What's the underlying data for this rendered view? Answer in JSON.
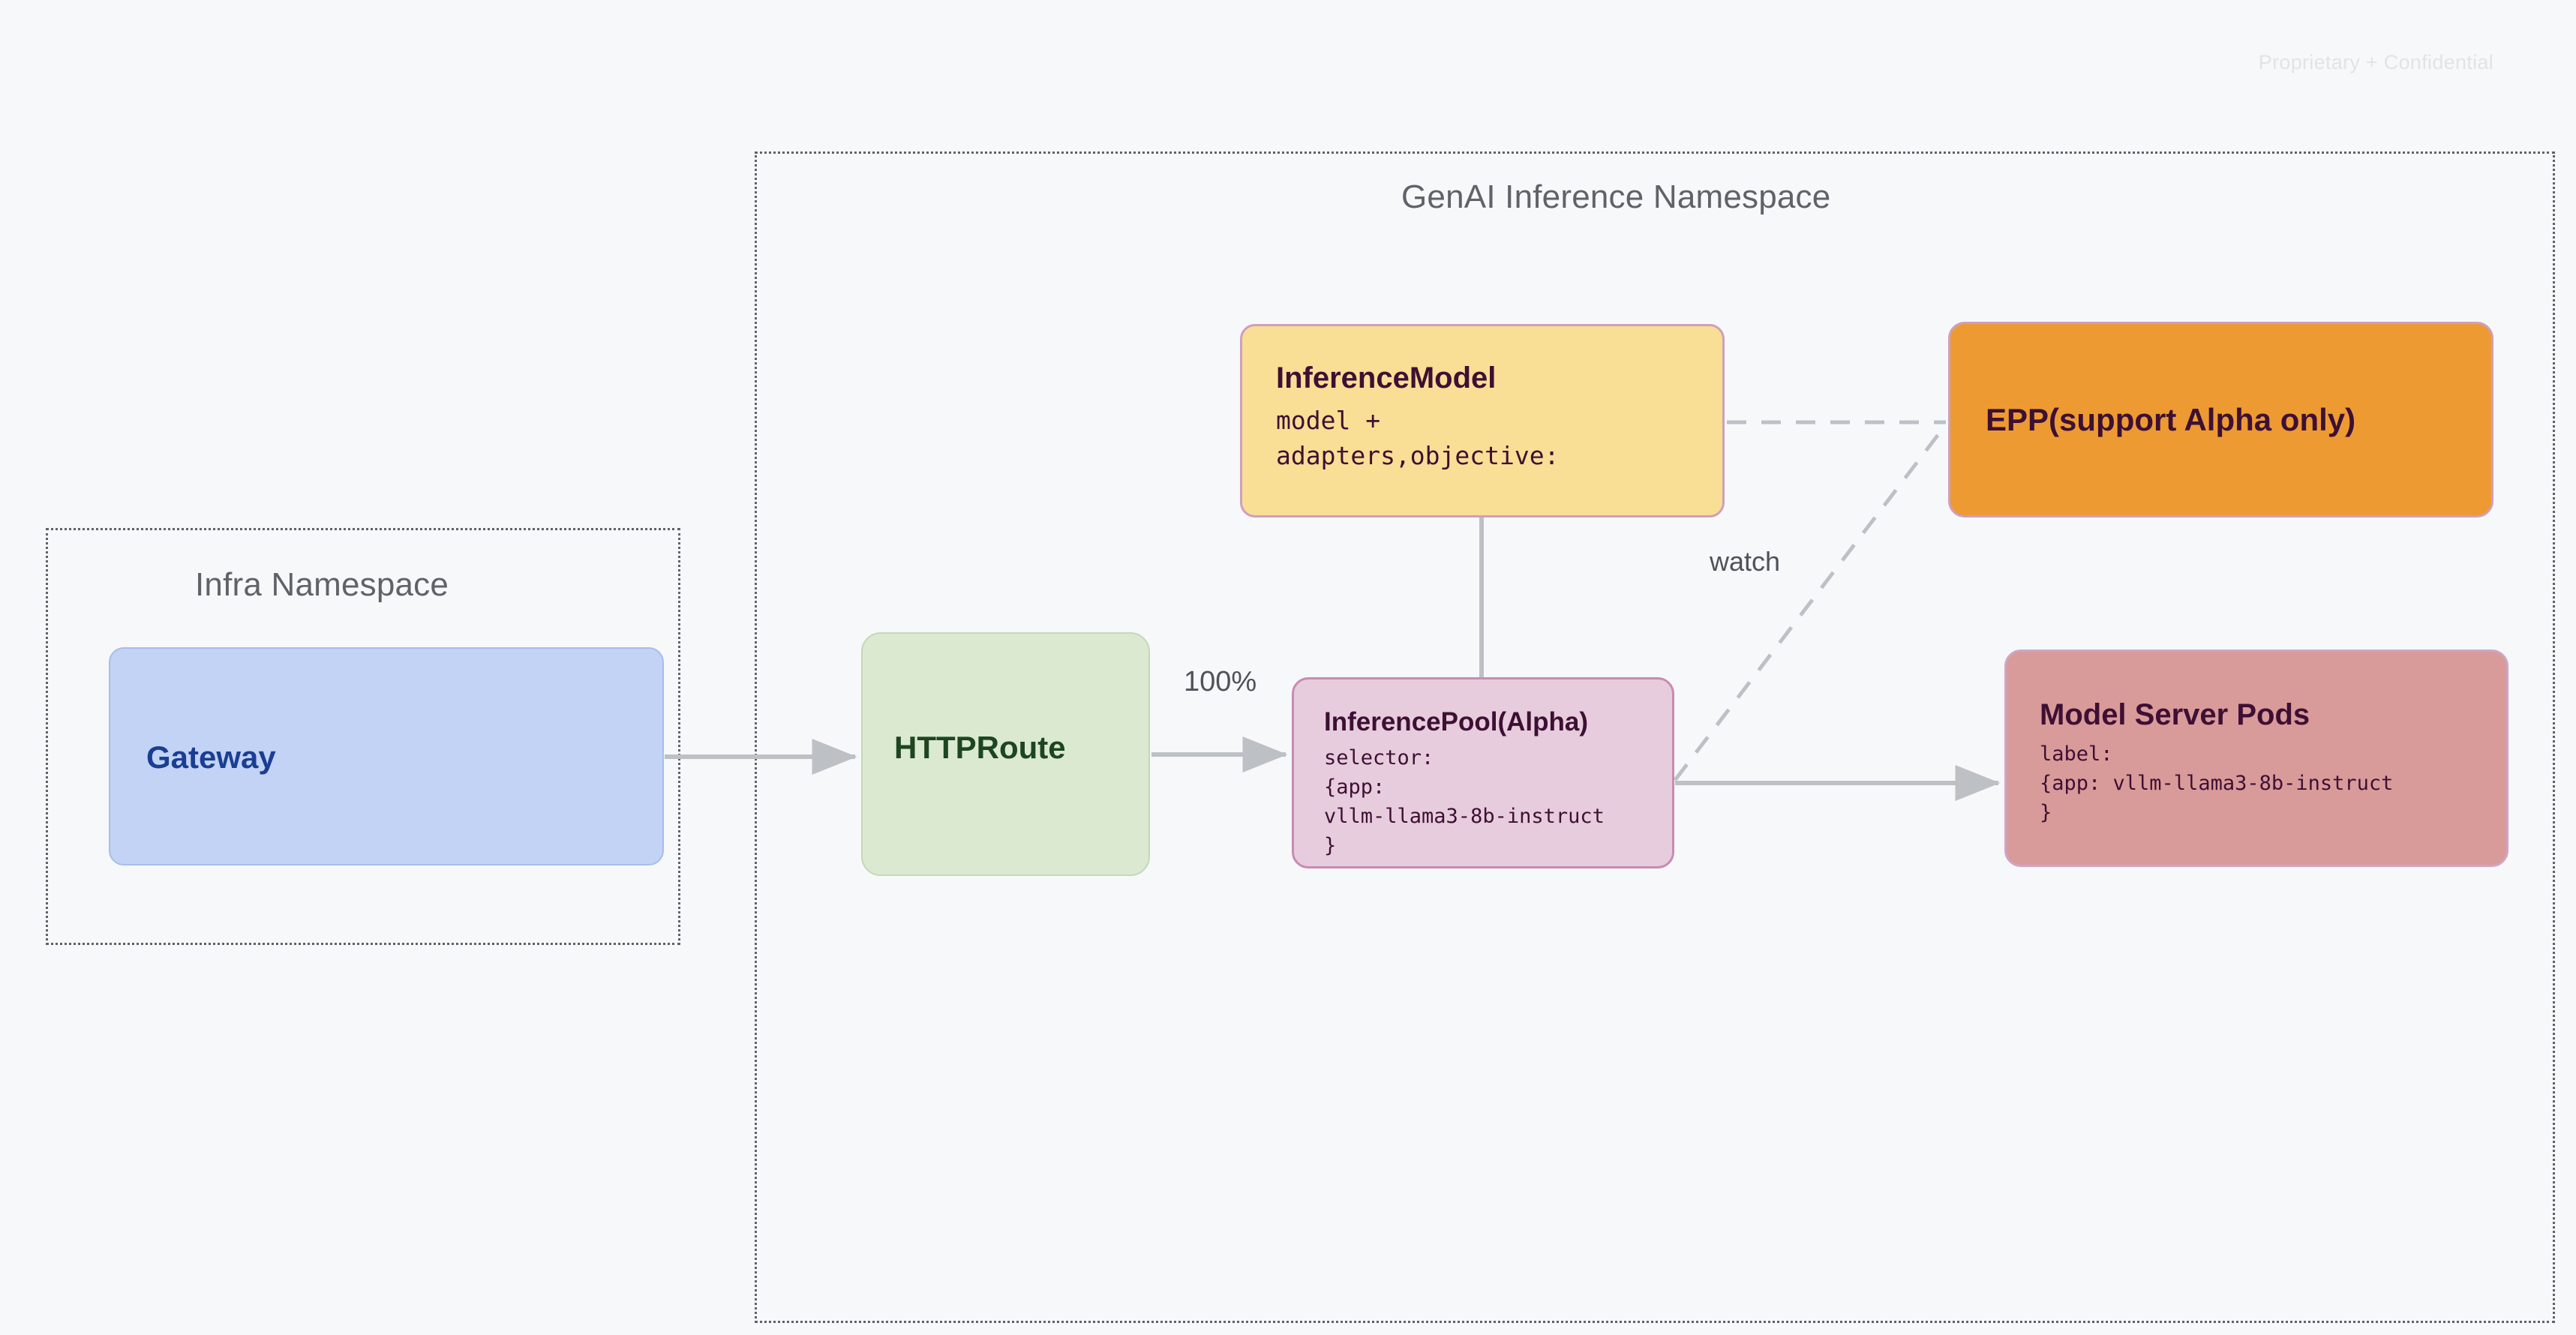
{
  "watermark": "Proprietary + Confidential",
  "namespaces": [
    {
      "id": "infra",
      "title": "Infra Namespace"
    },
    {
      "id": "genai",
      "title": "GenAI Inference Namespace"
    }
  ],
  "nodes": {
    "gateway": {
      "title": "Gateway",
      "fill": "#c3d3f5",
      "text_color": "#1b3e94"
    },
    "httproute": {
      "title": "HTTPRoute",
      "fill": "#dbe9d1",
      "text_color": "#1d4620"
    },
    "inference_model": {
      "title": "InferenceModel",
      "body": "model +\nadapters,objective:",
      "fill": "#f9de95",
      "text_color": "#3d1033"
    },
    "inference_pool": {
      "title": "InferencePool(Alpha)",
      "body": "selector:\n{app:\nvllm-llama3-8b-instruct\n}",
      "fill": "#e7ccdd",
      "text_color": "#3d1033"
    },
    "epp": {
      "title": "EPP(support Alpha only)",
      "fill": "#ed9a33",
      "text_color": "#3d1033"
    },
    "model_server_pods": {
      "title": "Model Server Pods",
      "body": "label:\n{app: vllm-llama3-8b-instruct\n}",
      "fill": "#d99a9a",
      "text_color": "#3d1033"
    }
  },
  "edges": {
    "gateway_to_httproute": {
      "label": ""
    },
    "httproute_to_pool": {
      "label": "100%"
    },
    "model_to_pool": {
      "label": ""
    },
    "pool_to_pods": {
      "label": ""
    },
    "model_to_epp": {
      "label": ""
    },
    "pool_to_epp": {
      "label": "watch"
    }
  },
  "colors": {
    "background": "#f7f8fa",
    "edge": "#bdc1c6",
    "namespace_border": "#5f6368",
    "namespace_title": "#5f6368",
    "watermark": "#e2e3e5"
  }
}
